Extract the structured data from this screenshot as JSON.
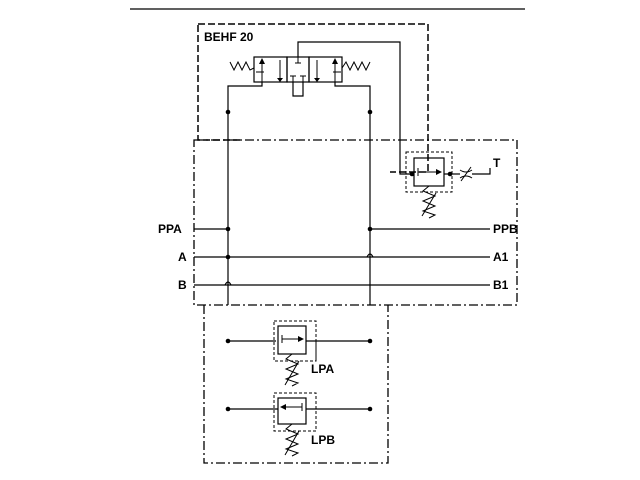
{
  "labels": {
    "valve_block": "BEHF 20",
    "tank": "T",
    "ppa": "PPA",
    "ppb": "PPB",
    "a": "A",
    "a1": "A1",
    "b": "B",
    "b1": "B1",
    "lpa": "LPA",
    "lpb": "LPB"
  }
}
